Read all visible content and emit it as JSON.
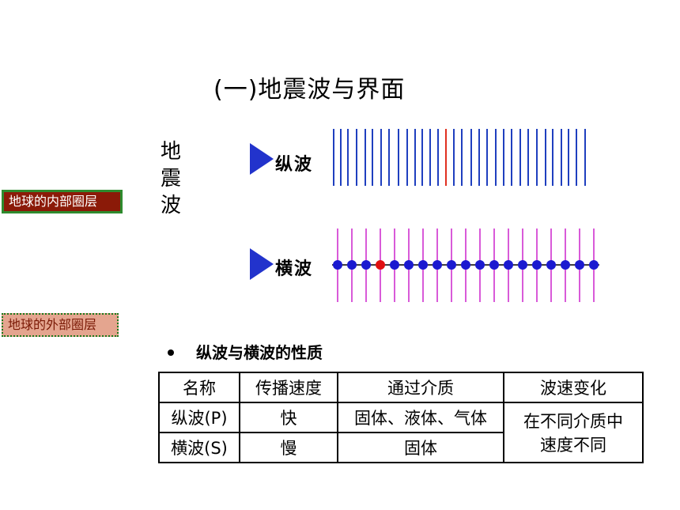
{
  "title": "(一)地震波与界面",
  "side_buttons": {
    "inner": "地球的内部圈层",
    "outer": "地球的外部圈层"
  },
  "vertical_label": [
    "地",
    "震",
    "波"
  ],
  "waves": {
    "p_label": "纵波",
    "s_label": "横波",
    "p_color": "#1f3fbf",
    "p_highlight_color": "#e03020",
    "s_line_color": "#cc22cc",
    "s_dot_color": "#1a1ad0",
    "s_dot_highlight_color": "#e01010",
    "arrow_color": "#2233cc"
  },
  "bullet": "纵波与横波的性质",
  "table": {
    "headers": [
      "名称",
      "传播速度",
      "通过介质",
      "波速变化"
    ],
    "rows": [
      [
        "纵波(P)",
        "快",
        "固体、液体、气体"
      ],
      [
        "横波(S)",
        "慢",
        "固体"
      ]
    ],
    "merged_note_line1": "在不同介质中",
    "merged_note_line2": "速度不同"
  }
}
